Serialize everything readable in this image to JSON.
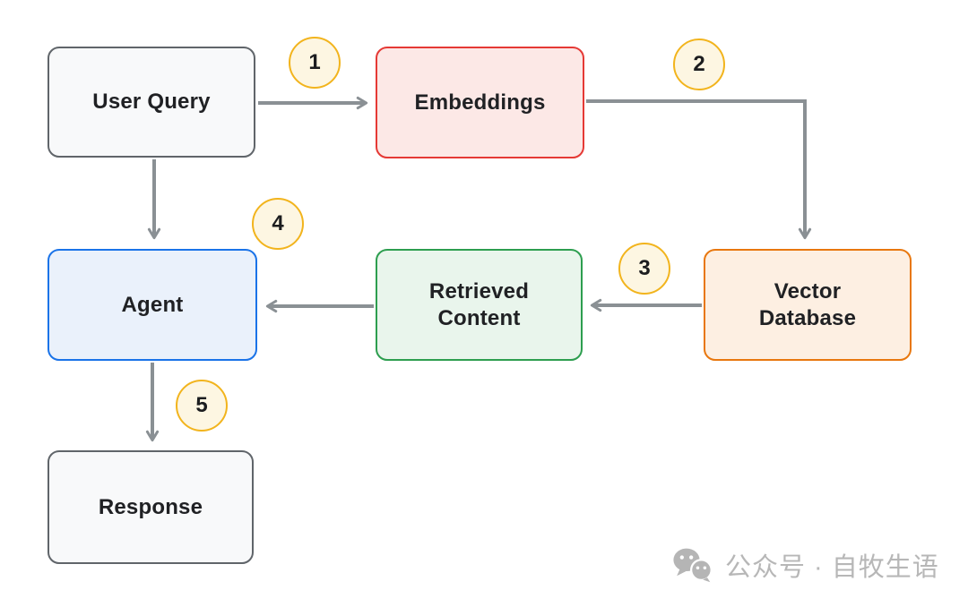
{
  "diagram": {
    "type": "flowchart",
    "subject": "RAG pipeline: query embedding, vector retrieval, agent response",
    "nodes": {
      "user_query": {
        "label": "User Query",
        "fill": "#f8f9fa",
        "border": "#60656a"
      },
      "embeddings": {
        "label": "Embeddings",
        "fill": "#fce8e6",
        "border": "#e53935"
      },
      "vector_database": {
        "label": "Vector\nDatabase",
        "fill": "#fdefe2",
        "border": "#e8770e"
      },
      "retrieved_content": {
        "label": "Retrieved\nContent",
        "fill": "#e9f5ec",
        "border": "#2d9e4f"
      },
      "agent": {
        "label": "Agent",
        "fill": "#eaf1fb",
        "border": "#1a73e8"
      },
      "response": {
        "label": "Response",
        "fill": "#f8f9fa",
        "border": "#60656a"
      }
    },
    "steps": [
      "1",
      "2",
      "3",
      "4",
      "5"
    ],
    "edges": [
      {
        "step": "1",
        "from": "User Query",
        "to": "Embeddings"
      },
      {
        "step": "2",
        "from": "Embeddings",
        "to": "Vector Database"
      },
      {
        "step": "3",
        "from": "Vector Database",
        "to": "Retrieved Content"
      },
      {
        "step": "4",
        "from": "Retrieved Content",
        "to": "Agent"
      },
      {
        "step": "",
        "from": "User Query",
        "to": "Agent"
      },
      {
        "step": "5",
        "from": "Agent",
        "to": "Response"
      }
    ],
    "badge_colors": {
      "fill": "#fdf6e2",
      "border": "#f2b41d"
    },
    "arrow_color": "#8a9094"
  },
  "watermark": {
    "icon": "wechat",
    "text": "公众号 · 自牧生语",
    "color": "#b7b7b7"
  }
}
